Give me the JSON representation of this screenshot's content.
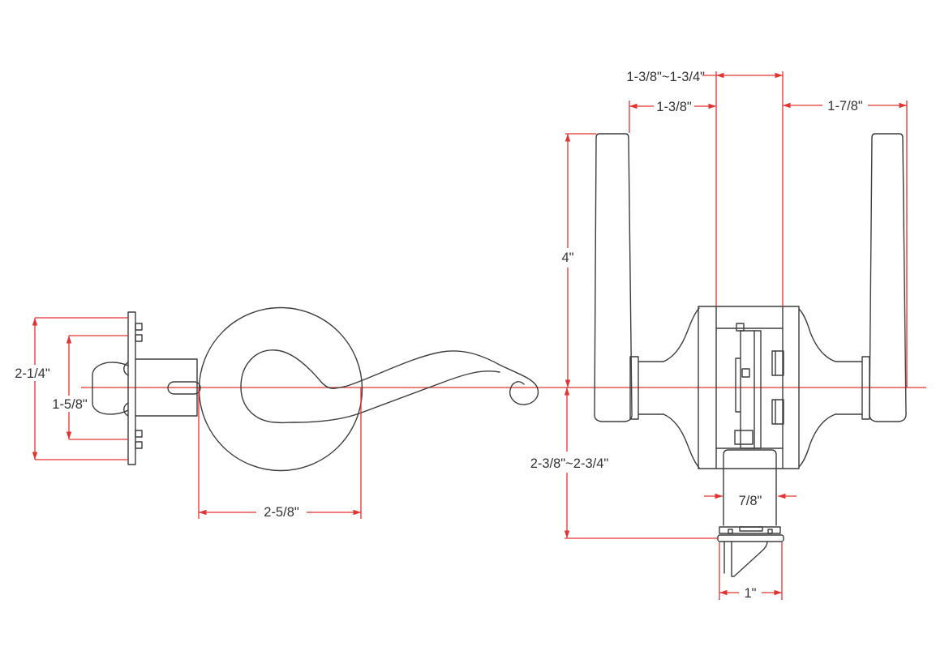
{
  "drawing": {
    "type": "door-lever-lockset-dimension-drawing",
    "background": "#ffffff",
    "outline_color": "#3d3d3d",
    "dimension_line_color": "#e23333",
    "dimension_text_color": "#333333",
    "front_view": {
      "faceplate_height": "2-1/4\"",
      "latch_body_height": "1-5/8\"",
      "rose_diameter": "2-5/8\""
    },
    "side_view": {
      "door_thickness_range": "1-3/8\"~1-3/4\"",
      "interior_lever_projection": "1-3/8\"",
      "exterior_lever_projection": "1-7/8\"",
      "lever_length": "4\"",
      "backset_range": "2-3/8\"~2-3/4\"",
      "latch_tube_diameter": "7/8\"",
      "latch_faceplate_width": "1\""
    }
  }
}
